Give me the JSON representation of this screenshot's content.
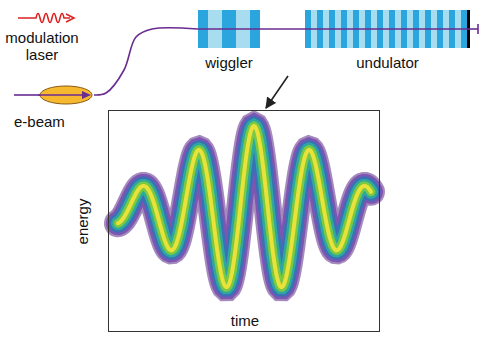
{
  "diagram": {
    "nodes": [
      {
        "text": [
          "e-beam"
        ]
      },
      {
        "text": [
          "wiggler"
        ]
      },
      {
        "text": [
          "undulator"
        ]
      },
      {
        "text": [
          "energy",
          "time"
        ]
      }
    ],
    "edges": [
      {
        "from": 0,
        "to": 1,
        "arrow": "none"
      },
      {
        "from": 1,
        "to": 2,
        "arrow": "none"
      },
      {
        "from": 1,
        "to": 3,
        "arrow": "to"
      }
    ],
    "labels": [
      "modulation laser"
    ]
  }
}
